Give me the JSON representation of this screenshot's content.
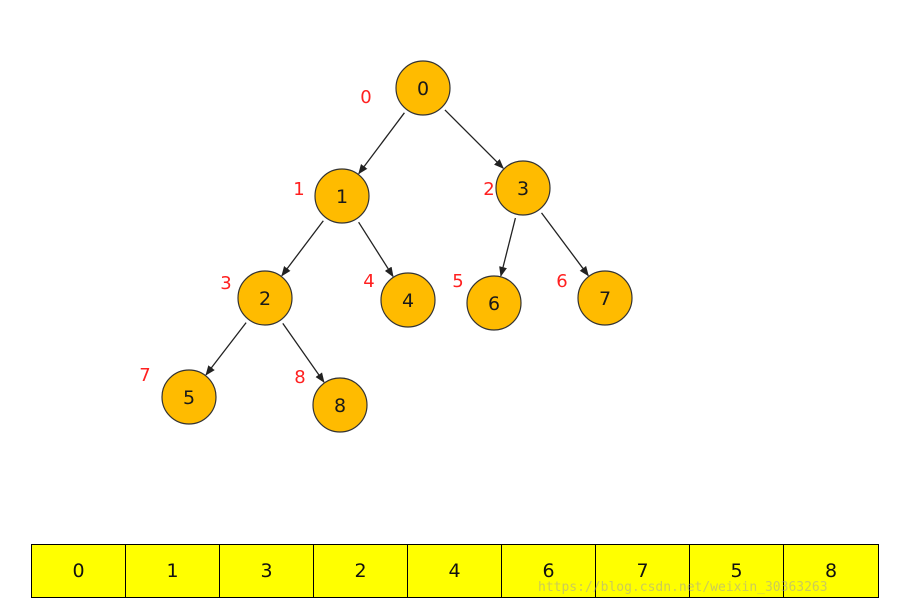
{
  "colors": {
    "node_fill": "#FFBB00",
    "node_stroke": "#333333",
    "index_label": "#FF2020",
    "edge": "#222222",
    "array_fill": "#FFFF00"
  },
  "tree": {
    "nodes": [
      {
        "id": "n0",
        "value": "0",
        "index": "0"
      },
      {
        "id": "n1",
        "value": "1",
        "index": "1"
      },
      {
        "id": "n2",
        "value": "3",
        "index": "2"
      },
      {
        "id": "n3",
        "value": "2",
        "index": "3"
      },
      {
        "id": "n4",
        "value": "4",
        "index": "4"
      },
      {
        "id": "n5",
        "value": "6",
        "index": "5"
      },
      {
        "id": "n6",
        "value": "7",
        "index": "6"
      },
      {
        "id": "n7",
        "value": "5",
        "index": "7"
      },
      {
        "id": "n8",
        "value": "8",
        "index": "8"
      }
    ],
    "edges": [
      {
        "from": "n0",
        "to": "n1"
      },
      {
        "from": "n0",
        "to": "n2"
      },
      {
        "from": "n1",
        "to": "n3"
      },
      {
        "from": "n1",
        "to": "n4"
      },
      {
        "from": "n2",
        "to": "n5"
      },
      {
        "from": "n2",
        "to": "n6"
      },
      {
        "from": "n3",
        "to": "n7"
      },
      {
        "from": "n3",
        "to": "n8"
      }
    ]
  },
  "array": {
    "cells": [
      "0",
      "1",
      "3",
      "2",
      "4",
      "6",
      "7",
      "5",
      "8"
    ]
  },
  "watermark": "https://blog.csdn.net/weixin_30363263"
}
